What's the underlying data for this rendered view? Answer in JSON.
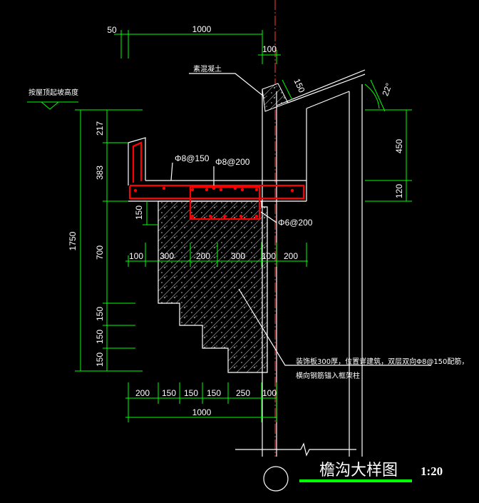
{
  "title": "檐沟大样图",
  "scale": "1:20",
  "labels": {
    "level": "按屋顶起坡高度",
    "concrete": "素混凝土",
    "rebar_top": "Φ8@150",
    "rebar_mid": "Φ8@200",
    "rebar_stirrup": "Φ6@200",
    "angle": "22°",
    "note_line1": "装饰板300厚，位置详建筑，双层双向Φ8@150配筋，",
    "note_line2": "横向钢筋锚入框架柱"
  },
  "dims": {
    "top": [
      "50",
      "1000",
      "100"
    ],
    "slope": "150",
    "left_total": "1750",
    "left": [
      "217",
      "383",
      "700",
      "150",
      "150",
      "150"
    ],
    "left_inner": "150",
    "right": [
      "450",
      "120"
    ],
    "mid": [
      "100",
      "300",
      "200",
      "300",
      "100",
      "200"
    ],
    "bottom": [
      "200",
      "150",
      "150",
      "150",
      "250",
      "100"
    ],
    "bottom_total": "1000"
  },
  "colors": {
    "background": "#000000",
    "dimension": "#00ff00",
    "outline": "#ffffff",
    "rebar": "#ff0000",
    "title_underline": "#00ff00"
  }
}
